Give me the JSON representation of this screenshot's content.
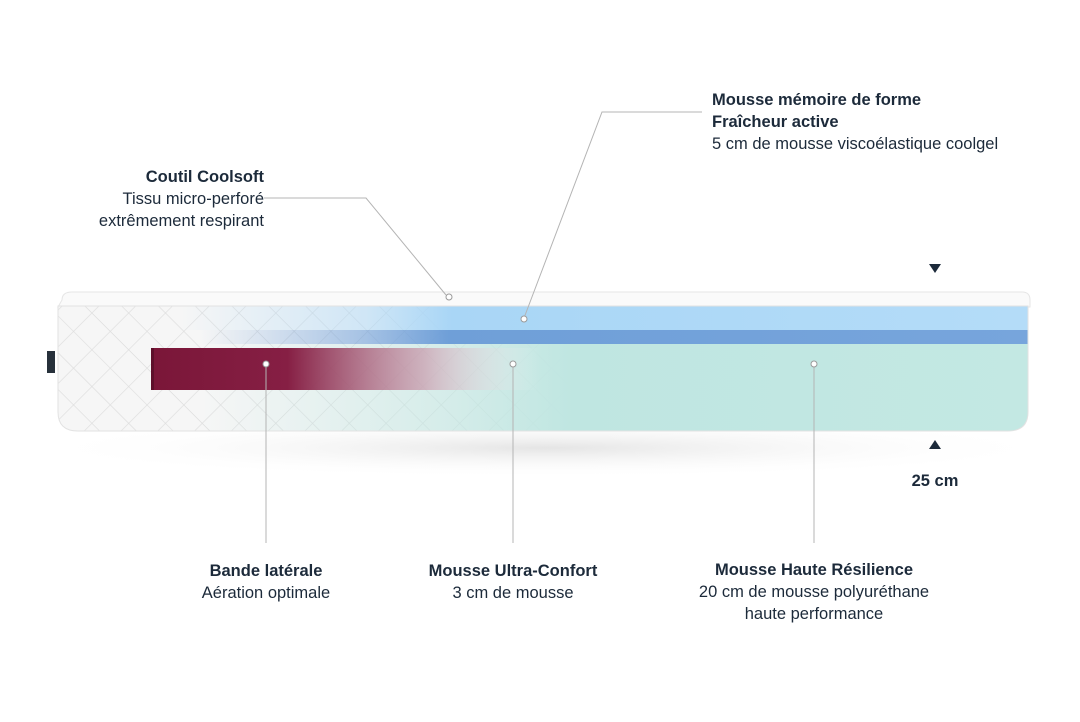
{
  "labels": {
    "coutil": {
      "title": "Coutil Coolsoft",
      "line1": "Tissu micro-perforé",
      "line2": "extrêmement respirant"
    },
    "memoire": {
      "title": "Mousse mémoire de forme",
      "subtitle": "Fraîcheur active",
      "line1": "5 cm de mousse viscoélastique coolgel"
    },
    "bande": {
      "title": "Bande latérale",
      "line1": "Aération optimale"
    },
    "ultra": {
      "title": "Mousse Ultra-Confort",
      "line1": "3 cm de mousse"
    },
    "hr": {
      "title": "Mousse Haute Résilience",
      "line1": "20 cm de mousse polyuréthane",
      "line2": "haute performance"
    }
  },
  "dimension": {
    "height": "25 cm"
  },
  "colors": {
    "text": "#1c2a3a",
    "memory_foam": "#a9d6f6",
    "separator_layer": "#6f9fd8",
    "hr_foam": "#bfe6e1",
    "side_band": "#7a1638",
    "cover": "#f3f3f3",
    "leader_line": "#b4b4b4"
  },
  "icons": {
    "dimension_top": "triangle-down-icon",
    "dimension_bottom": "triangle-up-icon"
  }
}
